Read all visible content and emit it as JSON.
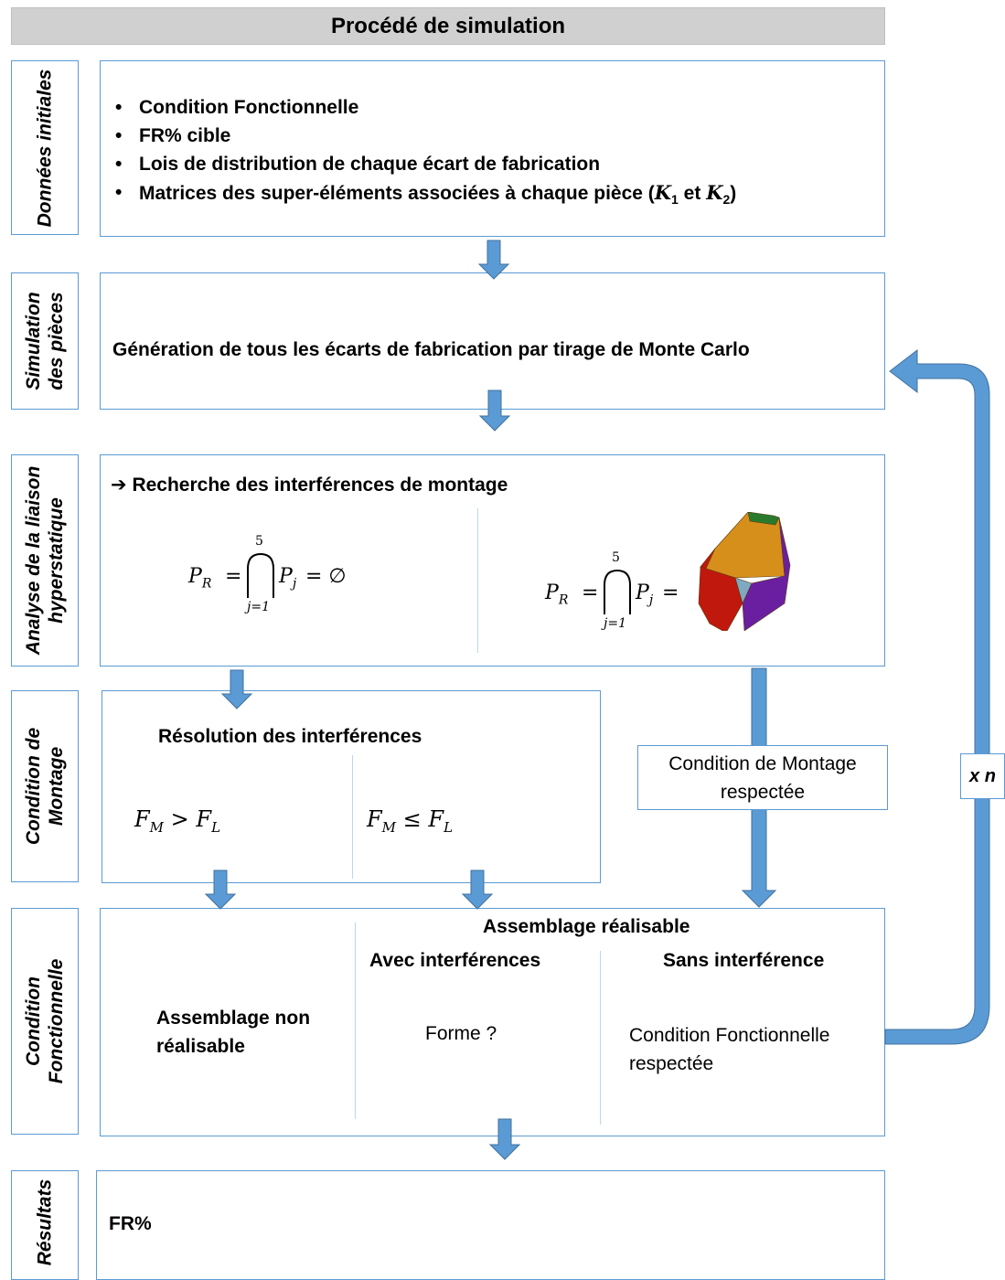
{
  "title": "Procédé de simulation",
  "rows": {
    "donnees": {
      "side_label": "Données initiales",
      "bullets": [
        "Condition Fonctionnelle",
        "FR% cible",
        "Lois de distribution de chaque écart de fabrication",
        "Matrices des super-éléments associées à chaque pièce ("
      ],
      "bullet4_k1": "K",
      "bullet4_k1_sub": "1",
      "bullet4_et": " et ",
      "bullet4_k2": "K",
      "bullet4_k2_sub": "2",
      "bullet4_close": ")"
    },
    "simulation": {
      "side_label_line1": "Simulation",
      "side_label_line2": "des pièces",
      "text": "Génération de tous les écarts de fabrication par tirage de Monte Carlo"
    },
    "analyse": {
      "side_label_line1": "Analyse de la liaison",
      "side_label_line2": "hyperstatique",
      "heading_arrow": "➔",
      "heading": "Recherche des interférences de montage",
      "formula_left": {
        "lhs": "P",
        "lhs_sub": "R",
        "eq": "=",
        "upper": "5",
        "lower": "j=1",
        "term": "P",
        "term_sub": "j",
        "rhs": "= ∅"
      },
      "formula_right": {
        "lhs": "P",
        "lhs_sub": "R",
        "eq": "=",
        "upper": "5",
        "lower": "j=1",
        "term": "P",
        "term_sub": "j",
        "rhs": "="
      },
      "polytope_colors": [
        "#d68f1b",
        "#c0180c",
        "#6a1fa0",
        "#2a7a2e",
        "#7fa9c0"
      ]
    },
    "montage": {
      "side_label_line1": "Condition de",
      "side_label_line2": "Montage",
      "heading": "Résolution des interférences",
      "left_formula": {
        "a": "F",
        "a_sub": "M",
        "op": ">",
        "b": "F",
        "b_sub": "L"
      },
      "right_formula": {
        "a": "F",
        "a_sub": "M",
        "op": "≤",
        "b": "F",
        "b_sub": "L"
      },
      "respected_line1": "Condition de Montage",
      "respected_line2": "respectée"
    },
    "fonctionnelle": {
      "side_label_line1": "Condition",
      "side_label_line2": "Fonctionnelle",
      "non_line1": "Assemblage non",
      "non_line2": "réalisable",
      "realisable": "Assemblage réalisable",
      "avec": "Avec interférences",
      "forme": "Forme ?",
      "sans": "Sans interférence",
      "cf_line1": "Condition Fonctionnelle",
      "cf_line2": "respectée"
    },
    "resultats": {
      "side_label": "Résultats",
      "text": "FR%"
    }
  },
  "loop_label": "x n",
  "colors": {
    "box_border": "#5b9bd5",
    "arrow": "#5b9bd5",
    "title_bg": "#d0d0d0"
  }
}
